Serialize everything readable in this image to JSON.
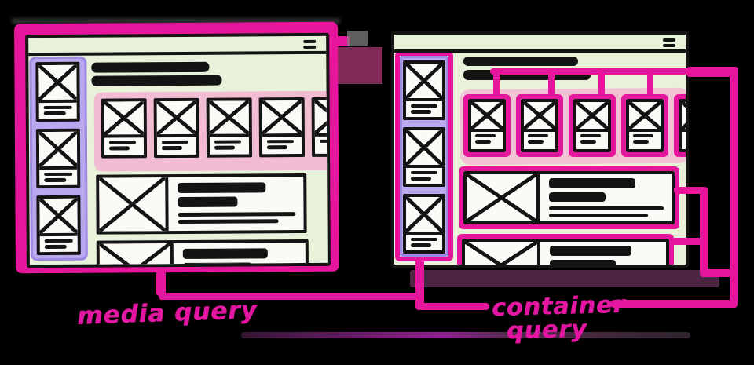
{
  "figure": {
    "left_caption": "media query",
    "right_caption": {
      "line1": "container",
      "line2": "query"
    }
  },
  "icons": {
    "menu": "hamburger-menu-icon",
    "image_placeholder": "x-image-placeholder-icon"
  },
  "colors": {
    "background": "#000000",
    "annotation_pink": "#e6169c",
    "caption_pink": "#e316a2",
    "window_green": "#e8f2da",
    "sidebar_lavender": "#b9a8ef",
    "strip_pink": "#f2bdd2",
    "card_white": "#fbfaf6",
    "ink_black": "#141414",
    "plum_band": "#8a4478",
    "maroon_patch": "#8e2f60"
  },
  "left_window": {
    "sidebar_cards": 3,
    "strip_cards": 5,
    "article_rows": 2,
    "heading_bars": 2
  },
  "right_window": {
    "sidebar_cards": 3,
    "strip_cards": 5,
    "article_rows": 2,
    "heading_bars": 2
  }
}
